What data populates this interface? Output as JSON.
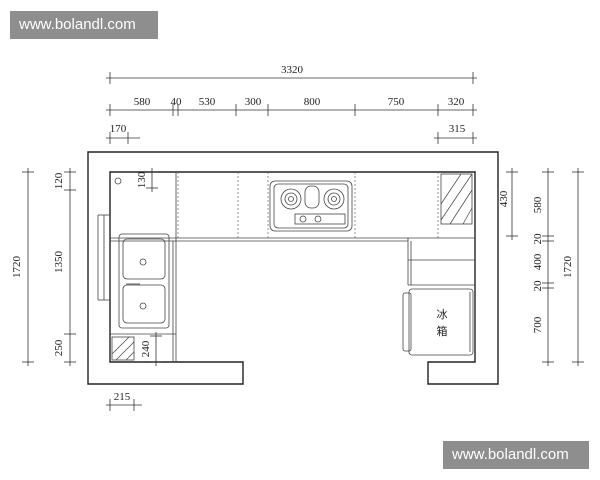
{
  "watermark": {
    "top": "www.bolandl.com",
    "bottom": "www.bolandl.com"
  },
  "dimensions": {
    "total_width": "3320",
    "segments": [
      "580",
      "40",
      "530",
      "300",
      "800",
      "750",
      "320"
    ],
    "left_offset": "170",
    "right_offset": "315",
    "left_total_height": "1720",
    "left_parts": [
      "120",
      "1350",
      "250"
    ],
    "left_inner": [
      "130",
      "240"
    ],
    "bottom_width": "215",
    "right_parts": [
      "430",
      "580",
      "20",
      "400",
      "20",
      "700"
    ],
    "right_total_height": "1720"
  },
  "appliances": {
    "fridge_label_top": "冰",
    "fridge_label_bottom": "箱"
  }
}
